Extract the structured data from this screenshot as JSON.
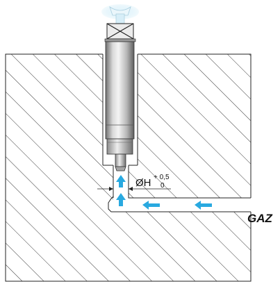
{
  "diagram": {
    "dimension": {
      "symbol": "ØH",
      "tolerance_upper": "+ 0,5",
      "tolerance_lower": "0"
    },
    "flow_label": "GAZ",
    "colors": {
      "arrow": "#29a9e0",
      "hatch": "#222222",
      "housing_light": "#e6e6e6",
      "housing_dark": "#7a7a7a",
      "cap_glow": "#bfe6f5"
    },
    "icons": {
      "flow_arrow": "arrow-icon",
      "nut": "hex-nut-icon"
    }
  }
}
